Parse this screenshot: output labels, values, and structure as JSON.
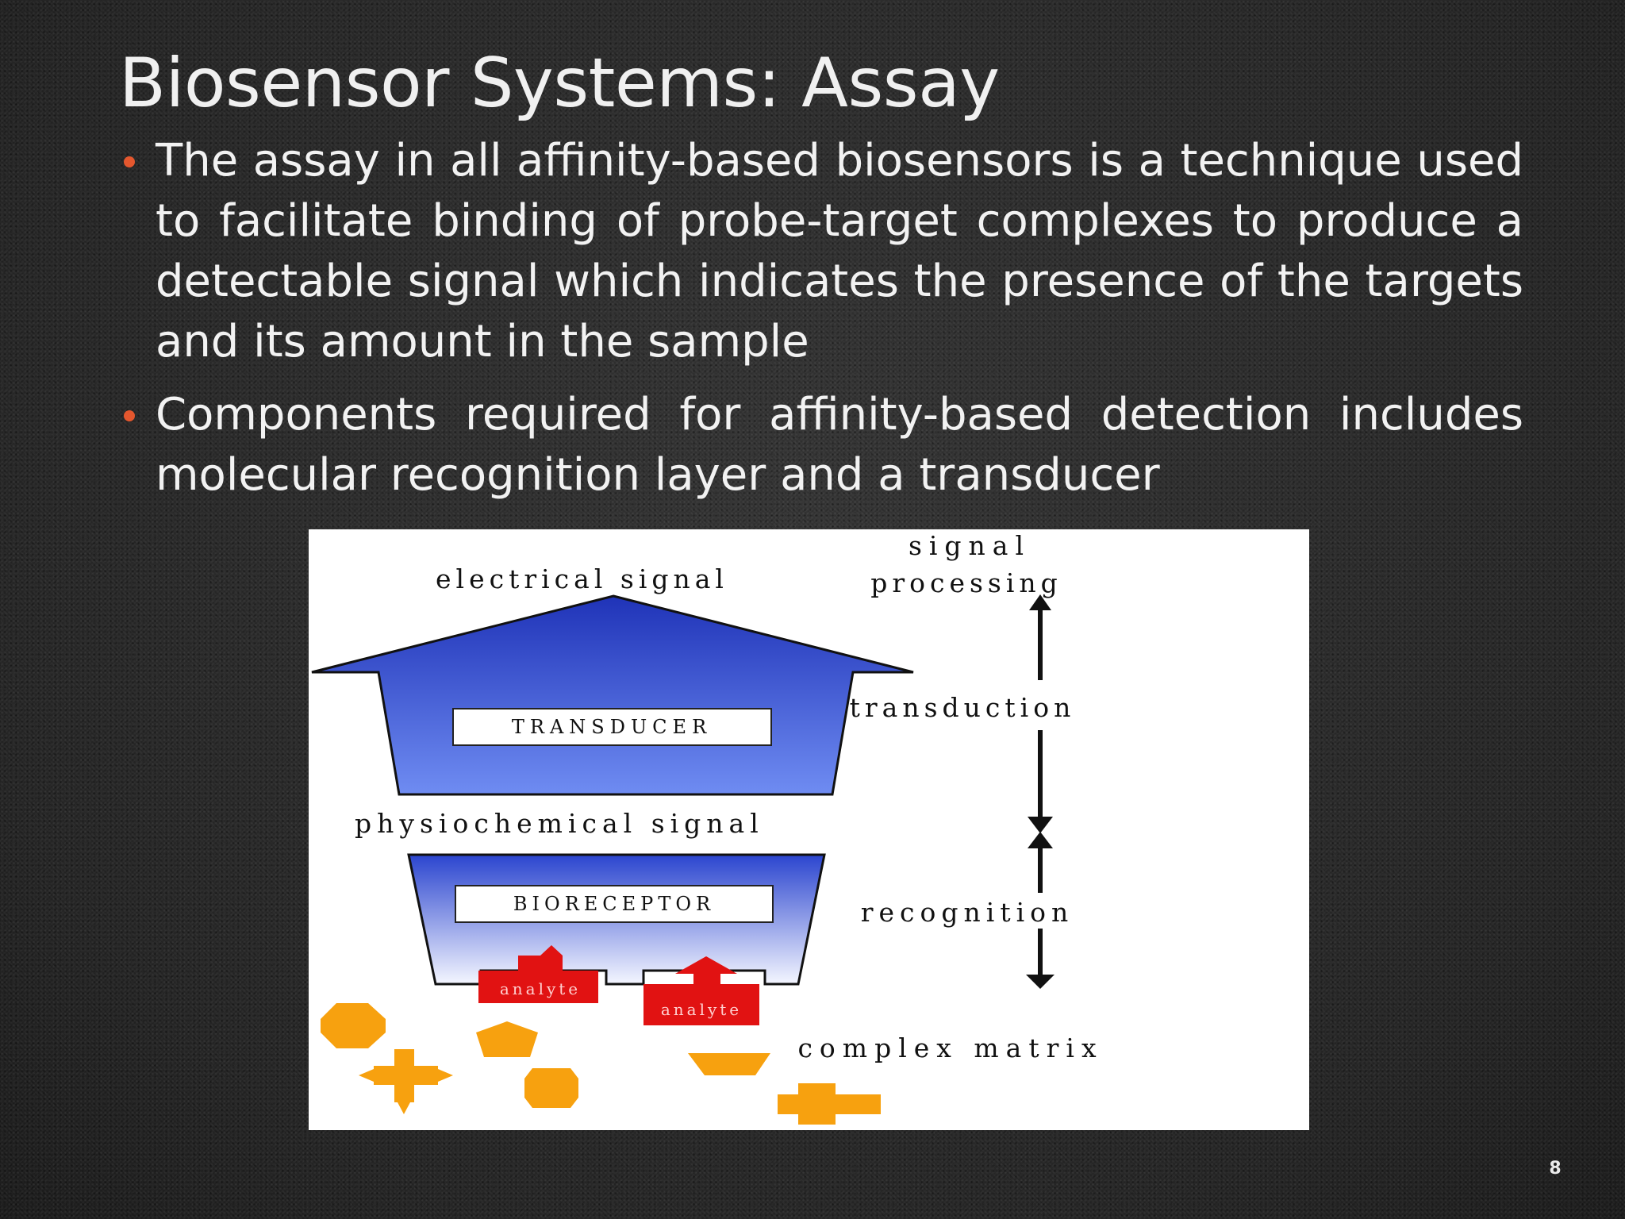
{
  "slide": {
    "title": "Biosensor Systems: Assay",
    "bullets": [
      "The assay in all affinity-based biosensors is a technique used to facilitate binding of probe-target complexes to produce a detectable signal which indicates the presence of the targets and its amount in the sample",
      "Components required for affinity-based detection includes molecular recognition layer and a transducer"
    ],
    "page_number": "8"
  },
  "figure": {
    "labels": {
      "electrical_signal": "electrical signal",
      "signal": "signal",
      "processing": "processing",
      "transduction": "transduction",
      "physiochemical_signal": "physiochemical signal",
      "recognition": "recognition",
      "complex_matrix": "complex matrix"
    },
    "boxes": {
      "transducer": "TRANSDUCER",
      "bioreceptor": "BIORECEPTOR"
    },
    "analytes": [
      "analyte",
      "analyte"
    ]
  },
  "colors": {
    "bullet_accent": "#e4572e",
    "transducer_blue": "#2c47c4",
    "analyte_red": "#e11212",
    "matrix_orange": "#f7a10f"
  }
}
